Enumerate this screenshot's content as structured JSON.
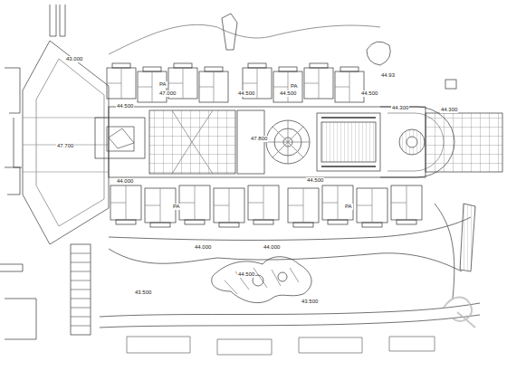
{
  "diagram": {
    "labels": [
      "43.000",
      "47.700",
      "44.500",
      "47.000",
      "44.500",
      "44.500",
      "44.300",
      "44.500",
      "47.800",
      "44.300",
      "44.000",
      "44.000",
      "44.000",
      "44.500",
      "44.500",
      "43.500",
      "43.500",
      "44.93",
      "PA",
      "PA",
      "PA",
      "PA"
    ]
  }
}
